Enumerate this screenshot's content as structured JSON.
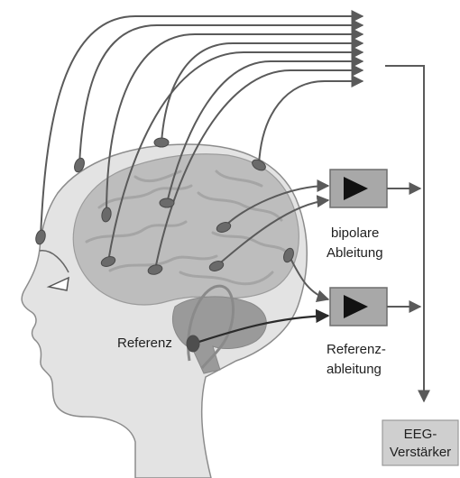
{
  "labels": {
    "bipolar_line1": "bipolare",
    "bipolar_line2": "Ableitung",
    "reference_line1": "Referenz-",
    "reference_line2": "ableitung",
    "reference_electrode": "Referenz",
    "amplifier_line1": "EEG-",
    "amplifier_line2": "Verstärker"
  },
  "colors": {
    "head_fill": "#e3e3e3",
    "brain_fill": "#bdbdbd",
    "brain_folds": "#a9a9a9",
    "cerebellum_fill": "#9a9a9a",
    "electrode_fill": "#6a6a6a",
    "amplifier_box": "#a8a8a8",
    "amplifier_triangle": "#111111",
    "eeg_box": "#cfcfcf",
    "wire": "#5a5a5a"
  },
  "icons": {
    "amplifier_symbol": "triangle-amplifier-icon",
    "arrowhead": "arrowhead-icon"
  }
}
